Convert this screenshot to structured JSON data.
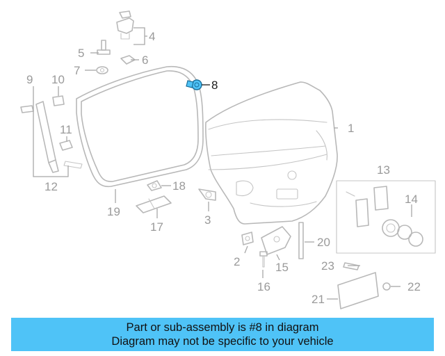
{
  "diagram": {
    "highlight_color": "#4fc3f7",
    "part_numbers": [
      "1",
      "2",
      "3",
      "4",
      "5",
      "6",
      "7",
      "8",
      "9",
      "10",
      "11",
      "12",
      "13",
      "14",
      "15",
      "16",
      "17",
      "18",
      "19",
      "20",
      "21",
      "22",
      "23"
    ],
    "highlighted_part": "8"
  },
  "caption": {
    "line1": "Part or sub-assembly is #8 in diagram",
    "line2": "Diagram may not be specific to your vehicle"
  }
}
